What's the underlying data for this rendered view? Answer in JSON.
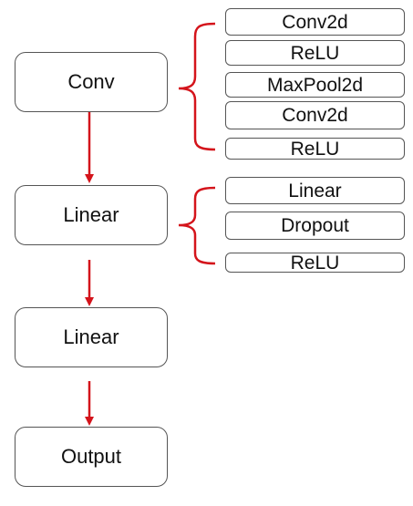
{
  "diagram": {
    "blocks": [
      {
        "label": "Conv"
      },
      {
        "label": "Linear"
      },
      {
        "label": "Linear"
      },
      {
        "label": "Output"
      }
    ],
    "conv_layers": [
      "Conv2d",
      "ReLU",
      "MaxPool2d",
      "Conv2d",
      "ReLU"
    ],
    "linear_layers": [
      "Linear",
      "Dropout",
      "ReLU"
    ]
  },
  "colors": {
    "arrow": "#d4141b",
    "brace": "#d4141b",
    "border": "#555555"
  }
}
